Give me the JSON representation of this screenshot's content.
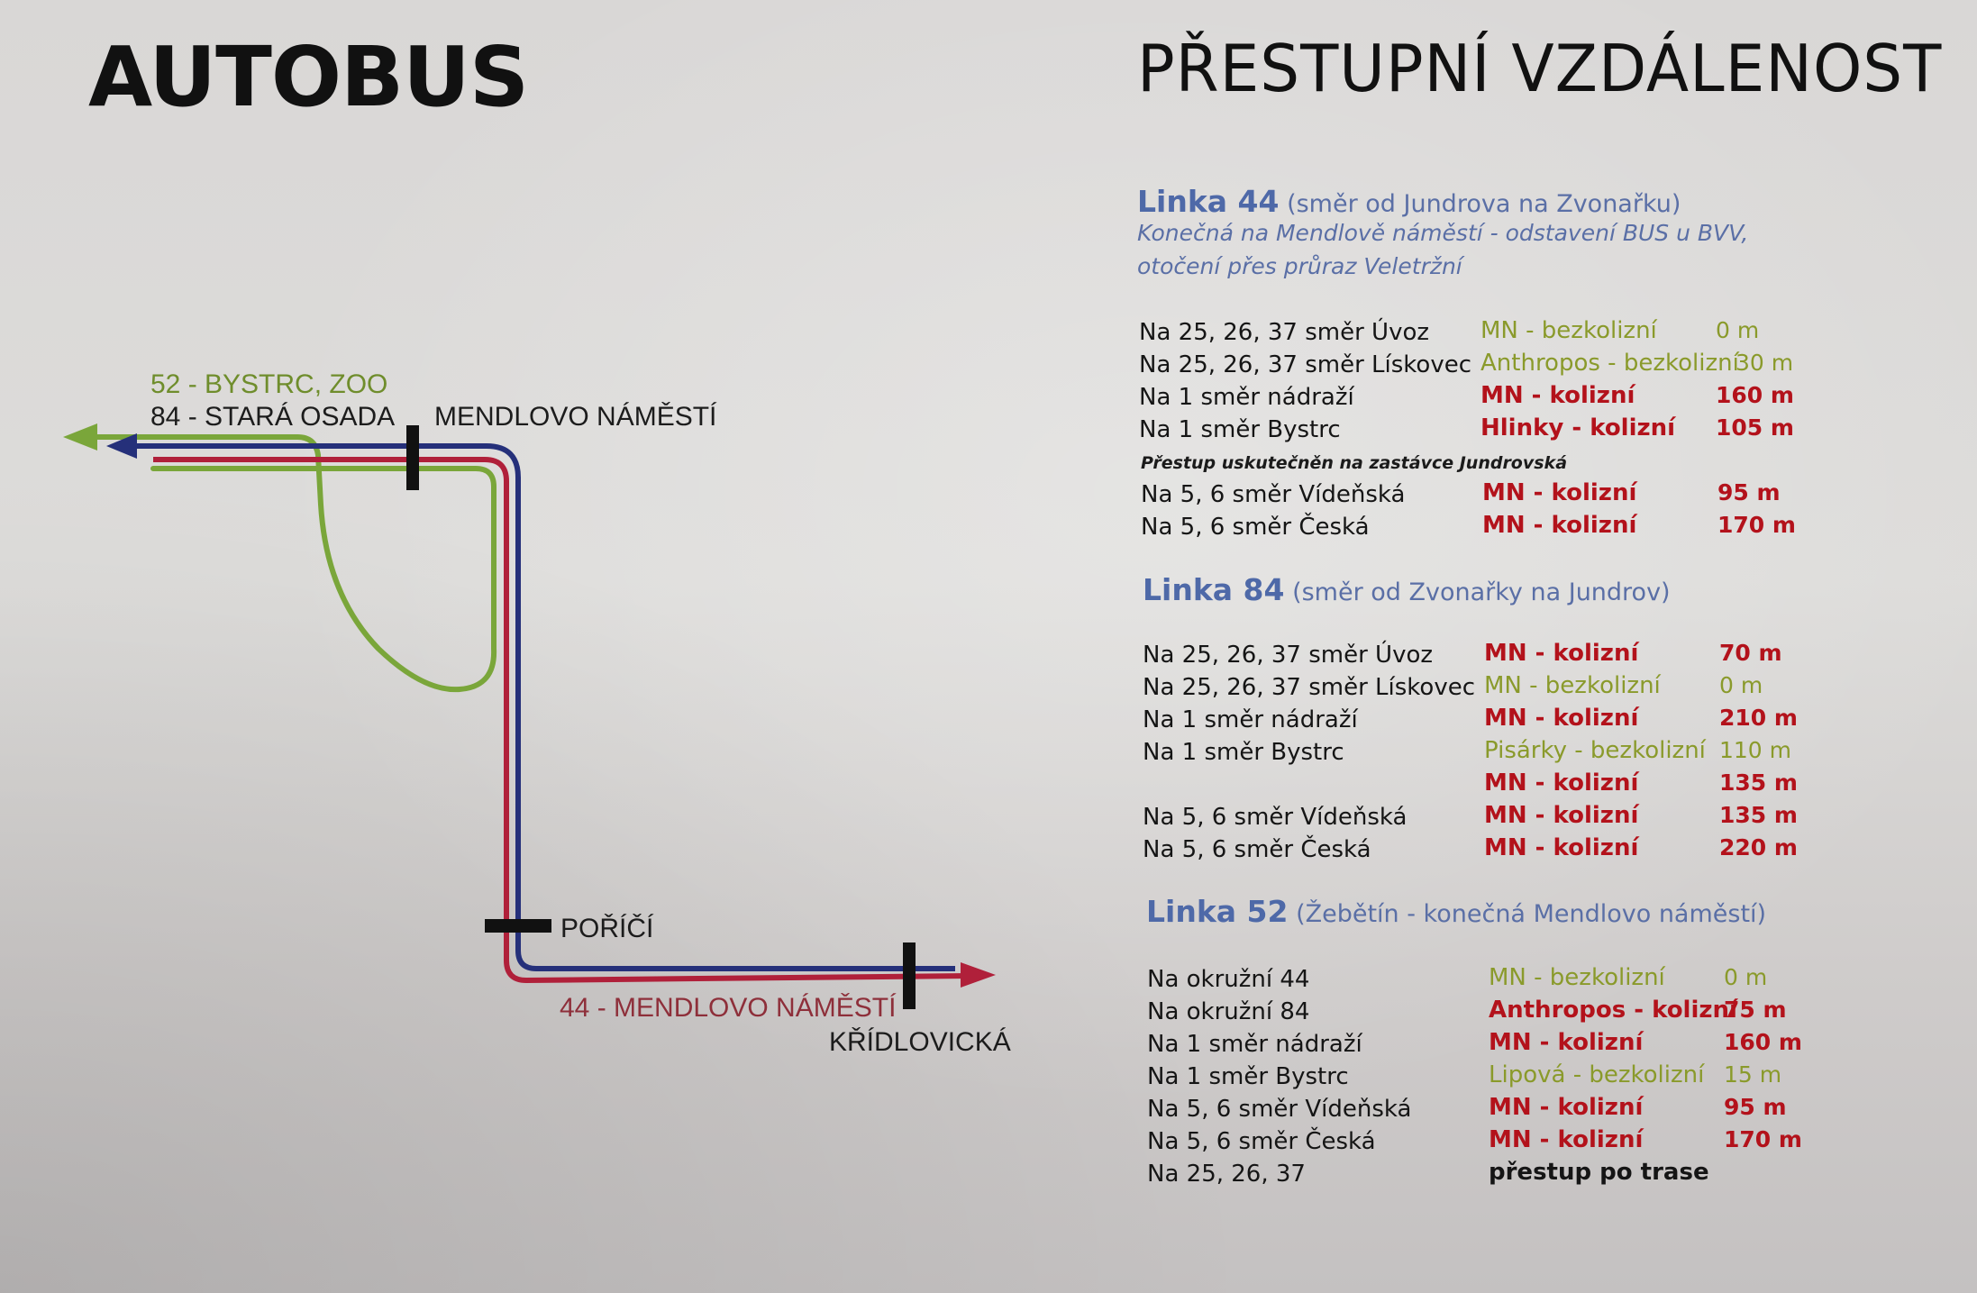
{
  "headings": {
    "left": "AUTOBUS",
    "right": "PŘESTUPNÍ VZDÁLENOST"
  },
  "map": {
    "labels": {
      "route_52": "52 - BYSTRC, ZOO",
      "route_84": "84 - STARÁ OSADA",
      "stop_mendlovo": "MENDLOVO NÁMĚSTÍ",
      "stop_porici": "POŘÍČÍ",
      "route_44": "44 - MENDLOVO NÁMĚSTÍ",
      "stop_kridlovicka": "KŘÍDLOVICKÁ"
    },
    "colors": {
      "line_52": "#7aa63a",
      "line_84": "#25307a",
      "line_44": "#b0203a",
      "stop_bar": "#111111",
      "label_green": "#6f8d2c",
      "label_red": "#8e2f3a"
    }
  },
  "linka44": {
    "title": "Linka 44",
    "subtitle": "(směr od Jundrova na Zvonařku)",
    "note1": "Konečná na Mendlově náměstí - odstavení BUS u BVV,",
    "note2": "otočení přes průraz Veletržní",
    "rows": [
      {
        "dest": "Na 25, 26, 37 směr Úvoz",
        "type": "MN - bezkolizní",
        "dist": "0 m",
        "status": "ok"
      },
      {
        "dest": "Na 25, 26, 37 směr Lískovec",
        "type": "Anthropos - bezkolizní",
        "dist": "30 m",
        "status": "ok"
      },
      {
        "dest": "Na 1 směr nádraží",
        "type": "MN - kolizní",
        "dist": "160 m",
        "status": "conflict"
      },
      {
        "dest": "Na 1 směr Bystrc",
        "type": "Hlinky - kolizní",
        "dist": "105 m",
        "status": "conflict"
      }
    ],
    "transfer_note": "Přestup uskutečněn na zastávce Jundrovská",
    "rows2": [
      {
        "dest": "Na 5, 6 směr Vídeňská",
        "type": "MN - kolizní",
        "dist": "95 m",
        "status": "conflict"
      },
      {
        "dest": "Na 5, 6 směr Česká",
        "type": "MN - kolizní",
        "dist": "170 m",
        "status": "conflict"
      }
    ]
  },
  "linka84": {
    "title": "Linka 84",
    "subtitle": "(směr od Zvonařky na Jundrov)",
    "rows": [
      {
        "dest": "Na 25, 26, 37 směr Úvoz",
        "type": "MN - kolizní",
        "dist": "70 m",
        "status": "conflict"
      },
      {
        "dest": "Na 25, 26, 37 směr Lískovec",
        "type": "MN - bezkolizní",
        "dist": "0 m",
        "status": "ok"
      },
      {
        "dest": "Na 1 směr nádraží",
        "type": "MN - kolizní",
        "dist": "210 m",
        "status": "conflict"
      },
      {
        "dest": "Na 1 směr Bystrc",
        "type": "Pisárky - bezkolizní",
        "dist": "110 m",
        "status": "ok"
      },
      {
        "dest": "",
        "type": "MN - kolizní",
        "dist": "135 m",
        "status": "conflict"
      },
      {
        "dest": "Na 5, 6 směr Vídeňská",
        "type": "MN - kolizní",
        "dist": "135 m",
        "status": "conflict"
      },
      {
        "dest": "Na 5, 6 směr Česká",
        "type": "MN - kolizní",
        "dist": "220 m",
        "status": "conflict"
      }
    ]
  },
  "linka52": {
    "title": "Linka 52",
    "subtitle": "(Žebětín - konečná Mendlovo náměstí)",
    "rows": [
      {
        "dest": "Na okružní 44",
        "type": "MN - bezkolizní",
        "dist": "0 m",
        "status": "ok"
      },
      {
        "dest": "Na okružní 84",
        "type": "Anthropos - kolizní",
        "dist": "75 m",
        "status": "conflict"
      },
      {
        "dest": "Na 1 směr nádraží",
        "type": "MN - kolizní",
        "dist": "160 m",
        "status": "conflict"
      },
      {
        "dest": "Na 1 směr Bystrc",
        "type": "Lipová - bezkolizní",
        "dist": "15 m",
        "status": "ok"
      },
      {
        "dest": "Na 5, 6 směr Vídeňská",
        "type": "MN - kolizní",
        "dist": "95 m",
        "status": "conflict"
      },
      {
        "dest": "Na 5, 6 směr Česká",
        "type": "MN - kolizní",
        "dist": "170 m",
        "status": "conflict"
      },
      {
        "dest": "Na 25, 26, 37",
        "type": "přestup po trase",
        "dist": "",
        "status": "plain"
      }
    ]
  }
}
